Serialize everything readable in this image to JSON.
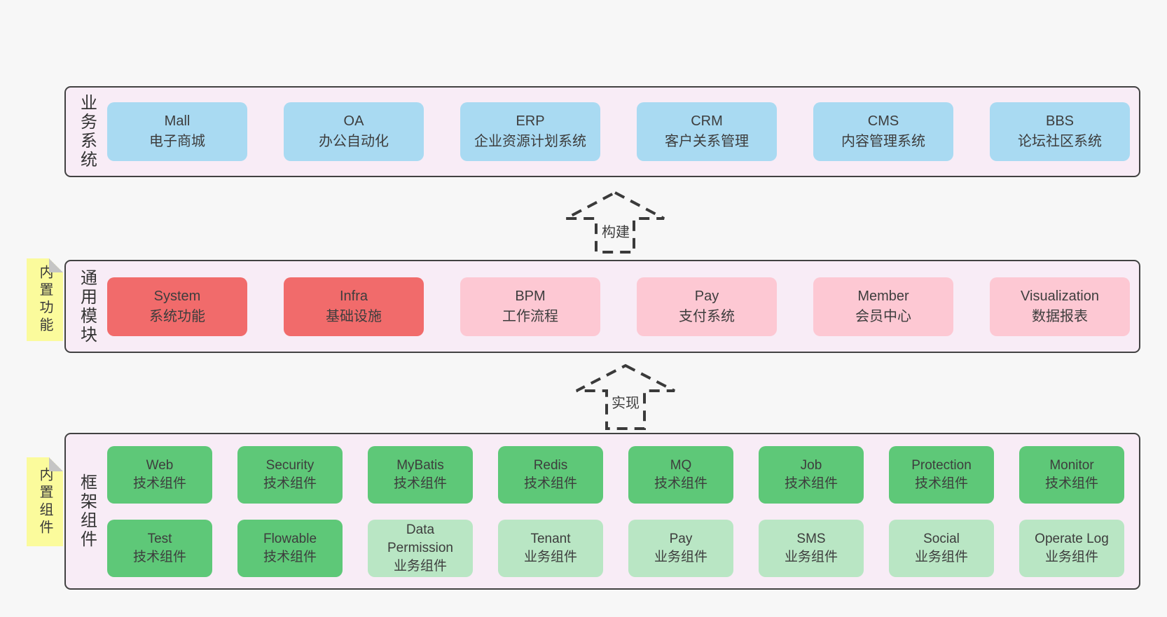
{
  "colors": {
    "page_bg": "#f7f7f7",
    "layer_bg": "#f8ecf6",
    "layer_border": "#424242",
    "business_box_blue": "#a9daf2",
    "module_box_red": "#f16b6b",
    "module_box_pink": "#fdc8d3",
    "component_box_green": "#5ec878",
    "component_box_green_light": "#b9e6c4",
    "sticky_yellow": "#fbfb9c",
    "sticky_fold_gray": "#c5c5c5",
    "text": "#3d3d3d"
  },
  "layers": [
    {
      "id": "business-systems",
      "label": "业务系统",
      "boxes": [
        {
          "title": "Mall",
          "subtitle": "电子商城",
          "variant": "blue"
        },
        {
          "title": "OA",
          "subtitle": "办公自动化",
          "variant": "blue"
        },
        {
          "title": "ERP",
          "subtitle": "企业资源计划系统",
          "variant": "blue"
        },
        {
          "title": "CRM",
          "subtitle": "客户关系管理",
          "variant": "blue"
        },
        {
          "title": "CMS",
          "subtitle": "内容管理系统",
          "variant": "blue"
        },
        {
          "title": "BBS",
          "subtitle": "论坛社区系统",
          "variant": "blue"
        }
      ]
    },
    {
      "id": "common-modules",
      "label": "通用模块",
      "sticky": "内置功能",
      "boxes": [
        {
          "title": "System",
          "subtitle": "系统功能",
          "variant": "red"
        },
        {
          "title": "Infra",
          "subtitle": "基础设施",
          "variant": "red"
        },
        {
          "title": "BPM",
          "subtitle": "工作流程",
          "variant": "pink"
        },
        {
          "title": "Pay",
          "subtitle": "支付系统",
          "variant": "pink"
        },
        {
          "title": "Member",
          "subtitle": "会员中心",
          "variant": "pink"
        },
        {
          "title": "Visualization",
          "subtitle": "数据报表",
          "variant": "pink"
        }
      ]
    },
    {
      "id": "framework-components",
      "label": "框架组件",
      "sticky": "内置组件",
      "rows": [
        [
          {
            "title": "Web",
            "subtitle": "技术组件",
            "variant": "green"
          },
          {
            "title": "Security",
            "subtitle": "技术组件",
            "variant": "green"
          },
          {
            "title": "MyBatis",
            "subtitle": "技术组件",
            "variant": "green"
          },
          {
            "title": "Redis",
            "subtitle": "技术组件",
            "variant": "green"
          },
          {
            "title": "MQ",
            "subtitle": "技术组件",
            "variant": "green"
          },
          {
            "title": "Job",
            "subtitle": "技术组件",
            "variant": "green"
          },
          {
            "title": "Protection",
            "subtitle": "技术组件",
            "variant": "green"
          },
          {
            "title": "Monitor",
            "subtitle": "技术组件",
            "variant": "green"
          }
        ],
        [
          {
            "title": "Test",
            "subtitle": "技术组件",
            "variant": "green"
          },
          {
            "title": "Flowable",
            "subtitle": "技术组件",
            "variant": "green"
          },
          {
            "title": "Data Permission",
            "subtitle": "业务组件",
            "variant": "green-light"
          },
          {
            "title": "Tenant",
            "subtitle": "业务组件",
            "variant": "green-light"
          },
          {
            "title": "Pay",
            "subtitle": "业务组件",
            "variant": "green-light"
          },
          {
            "title": "SMS",
            "subtitle": "业务组件",
            "variant": "green-light"
          },
          {
            "title": "Social",
            "subtitle": "业务组件",
            "variant": "green-light"
          },
          {
            "title": "Operate Log",
            "subtitle": "业务组件",
            "variant": "green-light"
          }
        ]
      ]
    }
  ],
  "arrows": [
    {
      "label": "构建"
    },
    {
      "label": "实现"
    }
  ]
}
